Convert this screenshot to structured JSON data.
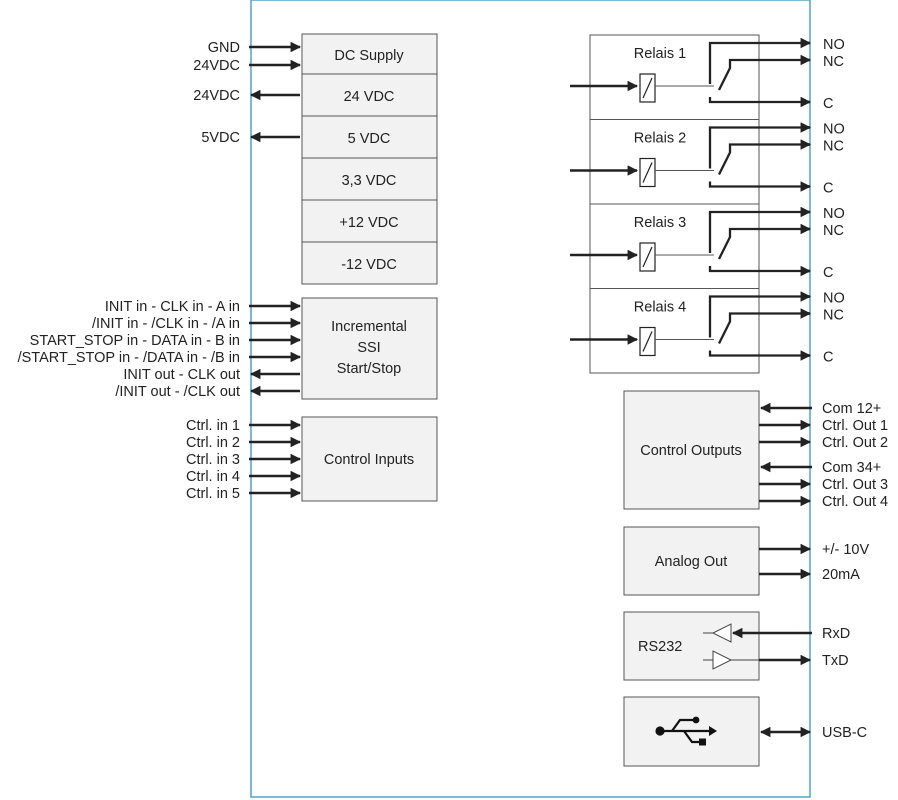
{
  "colors": {
    "module_frame": "#5aa9cf",
    "box_stroke": "#555555",
    "box_fill": "#f2f2f2",
    "line": "#222222"
  },
  "dc_supply": {
    "rows": [
      "DC Supply",
      "24 VDC",
      "5 VDC",
      "3,3 VDC",
      "+12 VDC",
      "-12 VDC"
    ],
    "signals": [
      "GND",
      "24VDC",
      "24VDC",
      "5VDC"
    ]
  },
  "incremental": {
    "lines": [
      "Incremental",
      "SSI",
      "Start/Stop"
    ],
    "signals": [
      "INIT in - CLK in - A in",
      "/INIT in - /CLK in - /A in",
      "START_STOP in - DATA in - B in",
      "/START_STOP in - /DATA in - /B in",
      "INIT out - CLK out",
      "/INIT out - /CLK out"
    ]
  },
  "control_inputs": {
    "title": "Control Inputs",
    "signals": [
      "Ctrl. in 1",
      "Ctrl. in 2",
      "Ctrl. in 3",
      "Ctrl. in 4",
      "Ctrl. in 5"
    ]
  },
  "relays": [
    {
      "label": "Relais 1",
      "no": "NO",
      "nc": "NC",
      "c": "C"
    },
    {
      "label": "Relais 2",
      "no": "NO",
      "nc": "NC",
      "c": "C"
    },
    {
      "label": "Relais 3",
      "no": "NO",
      "nc": "NC",
      "c": "C"
    },
    {
      "label": "Relais 4",
      "no": "NO",
      "nc": "NC",
      "c": "C"
    }
  ],
  "control_outputs": {
    "title": "Control Outputs",
    "signals": [
      "Com 12+",
      "Ctrl. Out 1",
      "Ctrl. Out 2",
      "Com 34+",
      "Ctrl. Out 3",
      "Ctrl. Out 4"
    ]
  },
  "analog_out": {
    "title": "Analog Out",
    "signals": [
      "+/- 10V",
      "20mA"
    ]
  },
  "rs232": {
    "title": "RS232",
    "signals": [
      "RxD",
      "TxD"
    ]
  },
  "usb": {
    "icon": "usb-icon",
    "signal": "USB-C"
  }
}
